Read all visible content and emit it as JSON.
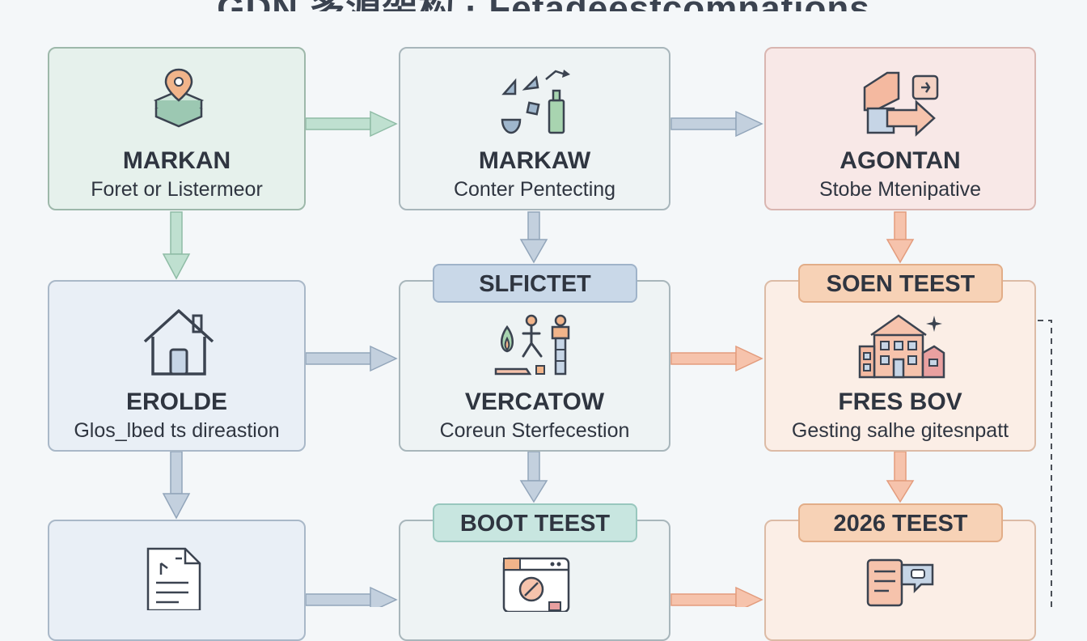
{
  "header": {
    "title": "GDN 多源架构 · Fetadeestcomnations"
  },
  "cards": {
    "r1c1": {
      "title": "MARKAN",
      "subtitle": "Foret or Listermeor"
    },
    "r1c2": {
      "title": "MARKAW",
      "subtitle": "Conter Pentecting"
    },
    "r1c3": {
      "title": "AGONTAN",
      "subtitle": "Stobe Mtenipative"
    },
    "r2c1": {
      "title": "EROLDE",
      "subtitle": "Glos_lbed ts direastion"
    },
    "r2c2": {
      "title": "VERCATOW",
      "subtitle": "Coreun Sterfecestion"
    },
    "r2c3": {
      "title": "FRES BOV",
      "subtitle": "Gesting salhe gitesnpatt"
    }
  },
  "tags": {
    "mid_top": "SLFICTET",
    "mid_bottom": "BOOT TEEST",
    "right_top": "SOEN TEEST",
    "right_bottom": "2026 TEEST"
  },
  "colors": {
    "arrow_green": "#9fcbb6",
    "arrow_blue": "#9fb1c6",
    "arrow_orange": "#f0aa8a"
  }
}
